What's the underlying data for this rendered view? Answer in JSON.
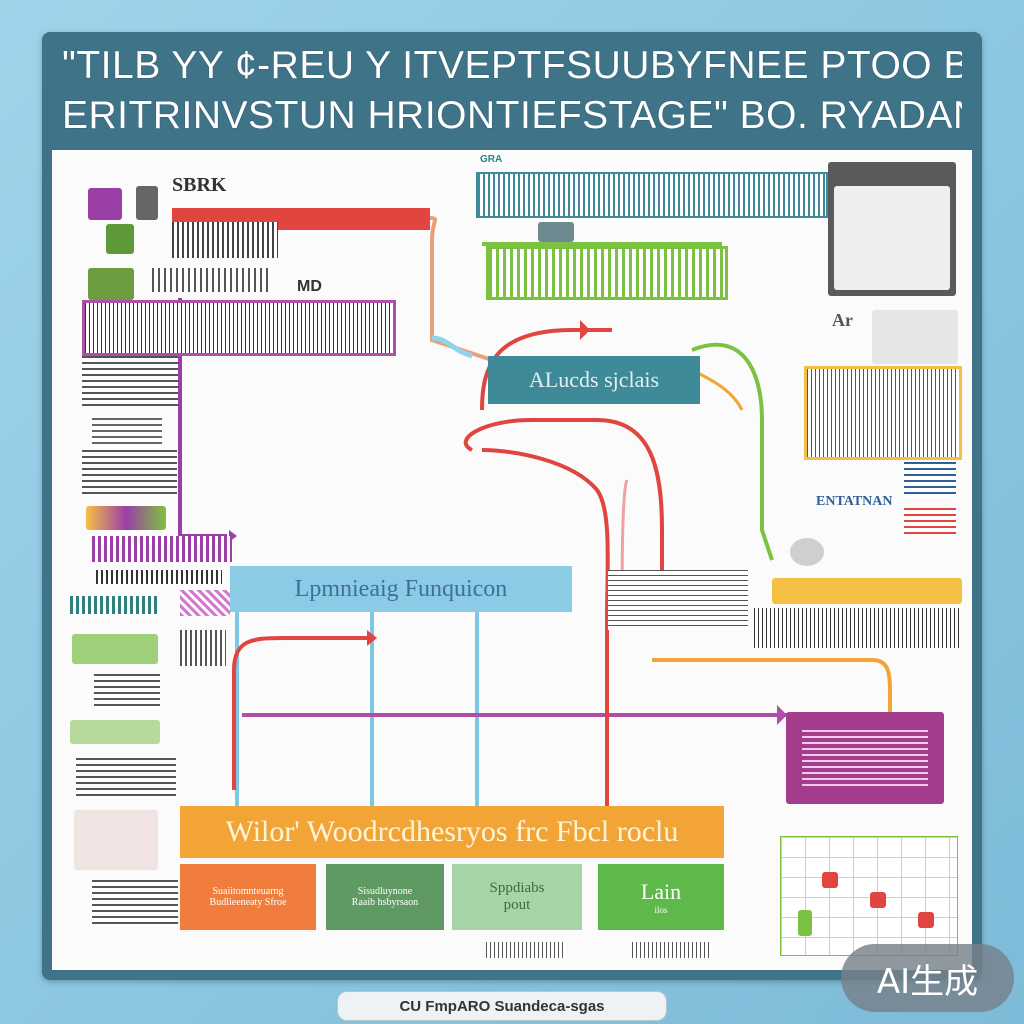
{
  "title": {
    "line1": "\"TILB YY ¢-REU  Y  ITVEPTFSUUBYFNEE  PTOO B  HR",
    "line2": "ERITRINVSTUN HRIONTIEFSTAGE\"  BO.  RYADANSS"
  },
  "labels": {
    "top_left_heading": "SBRK",
    "md": "MD",
    "top_center_heading": "GRA",
    "right_heading": "ENTATNAN",
    "mini_arrows": "Ar"
  },
  "hubs": {
    "center": "ALucds sjclais",
    "left": "Lpmnieaig Funquicon",
    "bottom": "Wilor' Woodrcdhesryos  frc  Fbcl roclu"
  },
  "cards": {
    "c1": "Suaiitomnteuarng\nBudlieeneaty Sfroe",
    "c2": "Sisudluynone\nRaaib hsbyrsaon",
    "c3": "Sppdiabs\npout",
    "c4": "Lain",
    "c4_sub": "ilos"
  },
  "caption": "CU FmpARO  Suandeca-sgas",
  "badge": "AI生成",
  "colors": {
    "frame": "#3f7388",
    "red": "#e0453f",
    "green": "#7cc242",
    "purple": "#9b3fa7",
    "blue": "#7ec6e6",
    "orange": "#f2a536",
    "teal": "#3f8a98",
    "magenta": "#a43d8e",
    "yellow": "#f5c043"
  }
}
